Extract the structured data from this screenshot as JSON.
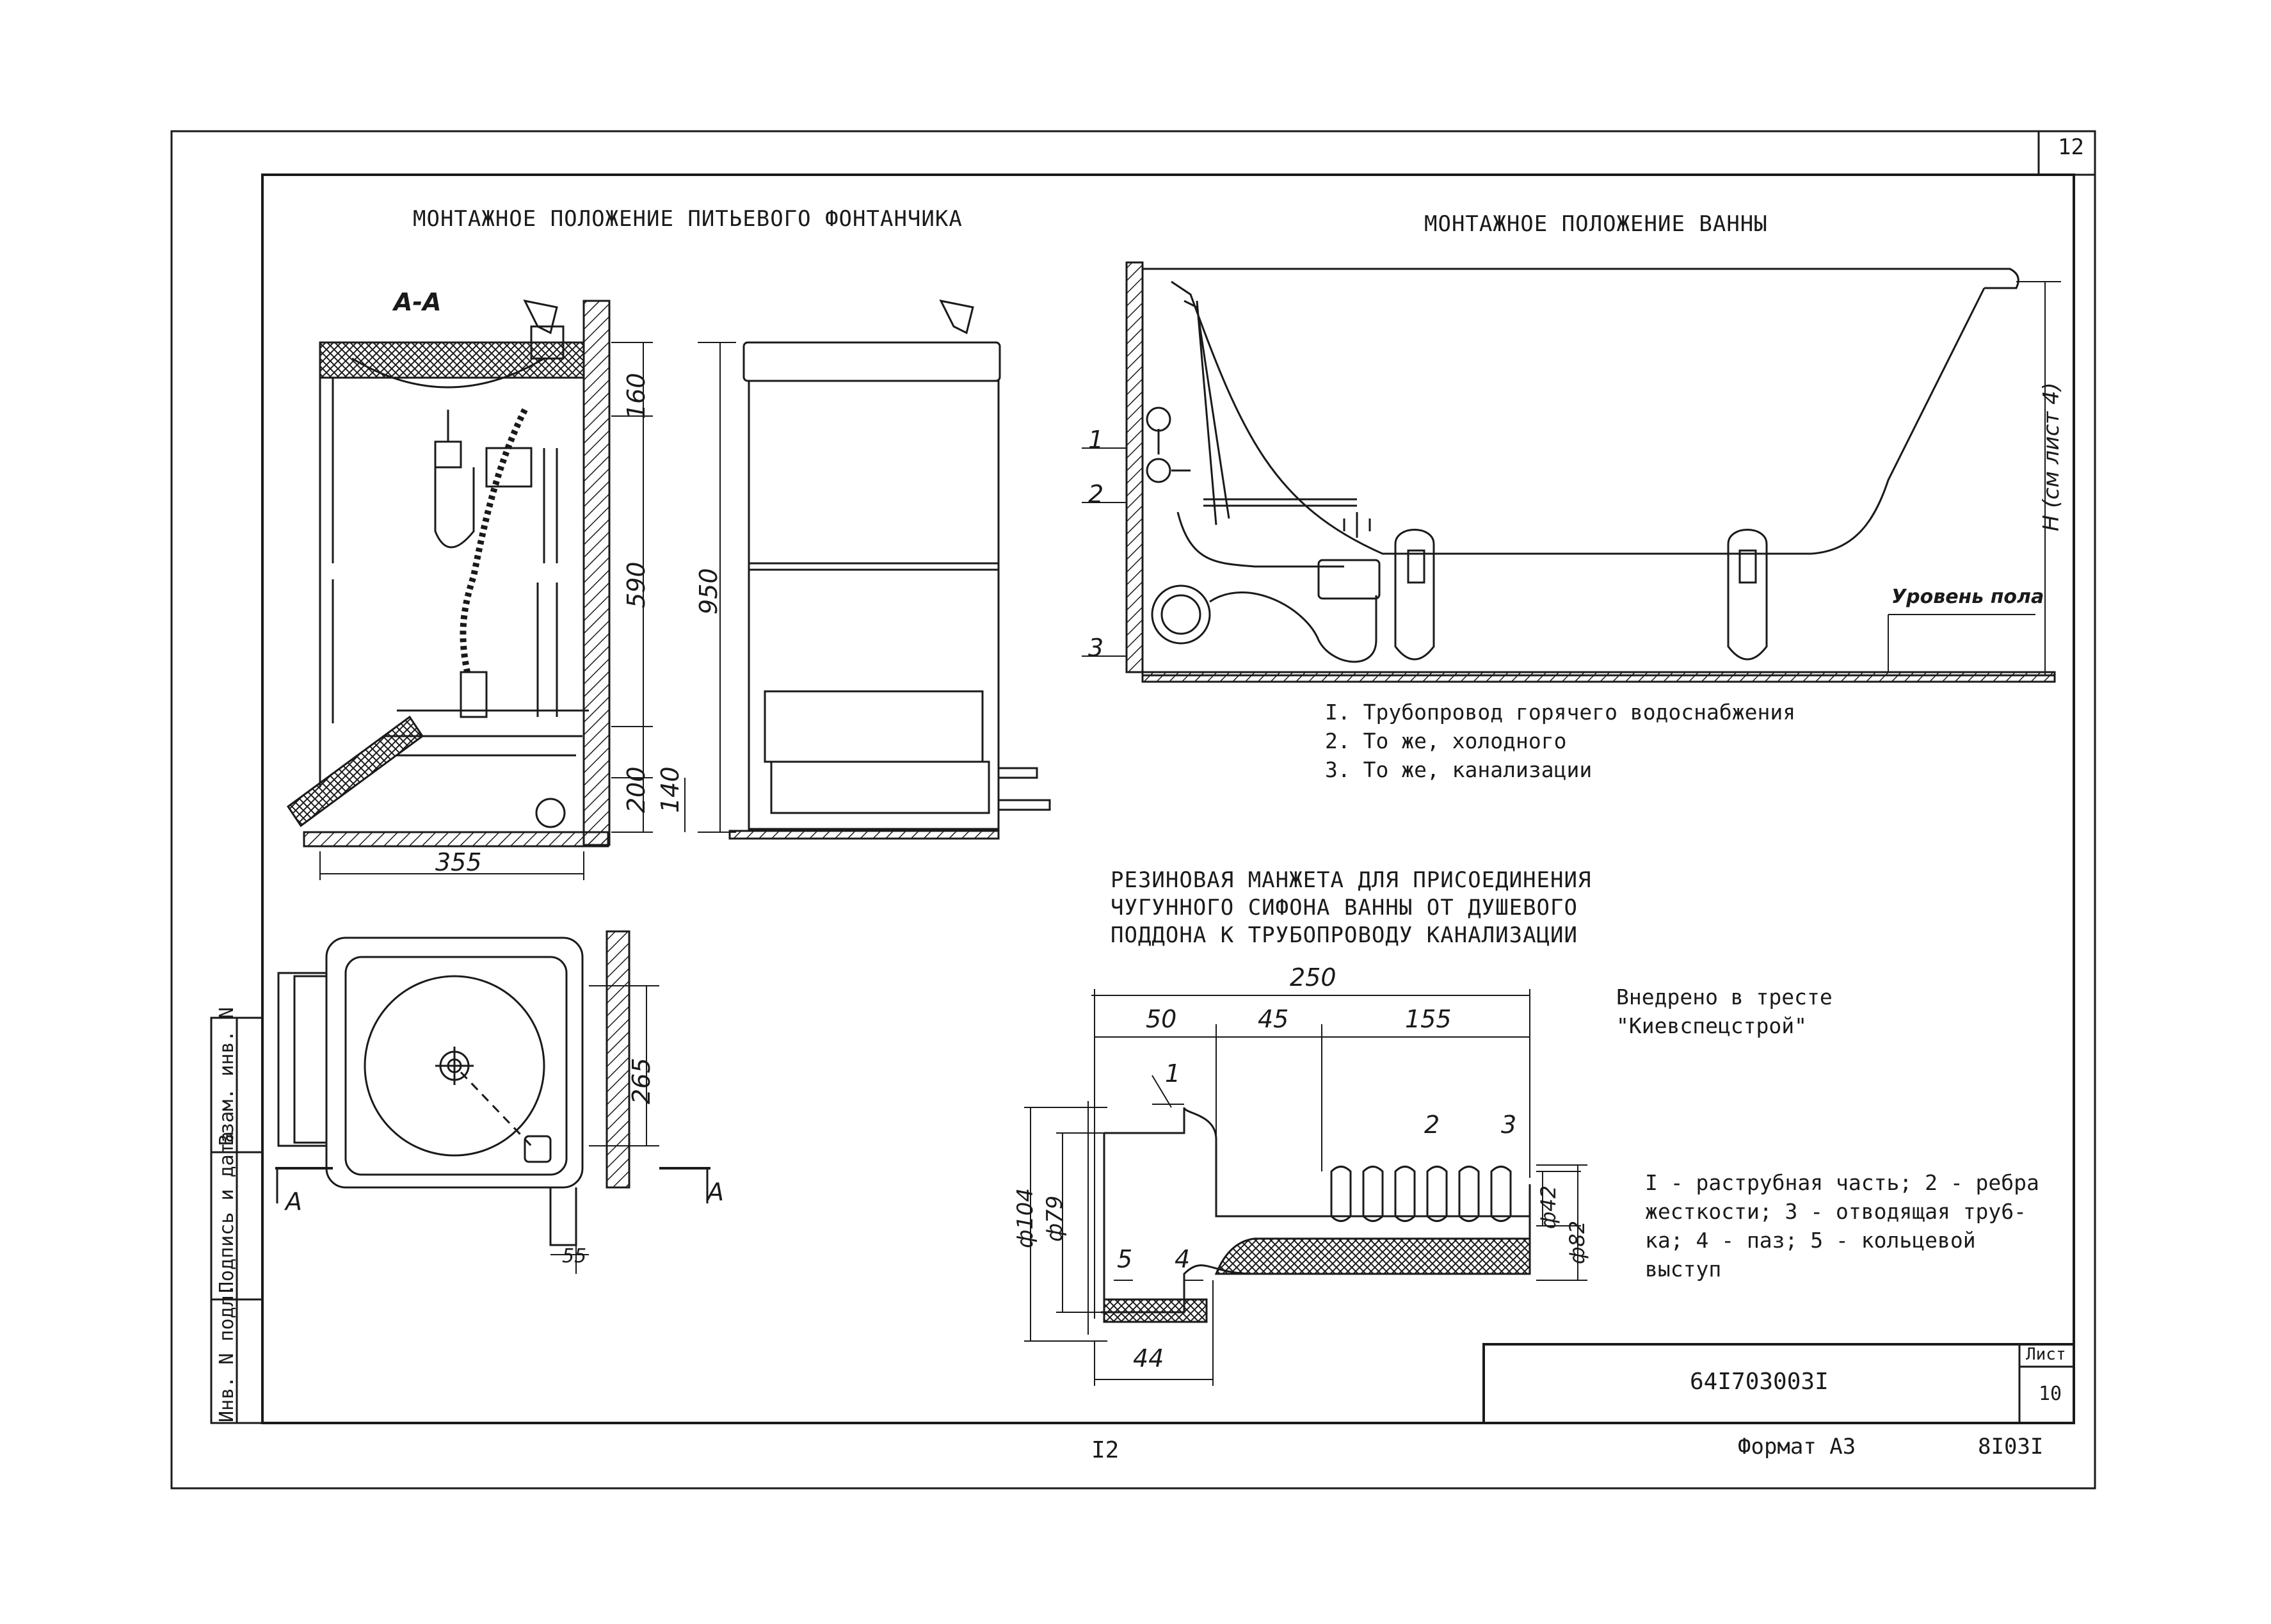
{
  "sheet": {
    "page_number_top": "12",
    "page_number_bottom": "I2",
    "document_code": "64I703003I",
    "sheet_label": "Лист",
    "sheet_number": "10",
    "format": "Формат А3",
    "code_right": "8I03I"
  },
  "stamp_column": [
    "Инв. N подл.",
    "Подпись и дата",
    "Взам. инв. N"
  ],
  "fountain": {
    "title": "МОНТАЖНОЕ ПОЛОЖЕНИЕ ПИТЬЕВОГО ФОНТАНЧИКА",
    "section_label": "А-А",
    "dims": [
      "160",
      "590",
      "950",
      "200",
      "140",
      "355",
      "265",
      "55"
    ],
    "section_marks": [
      "A",
      "A"
    ]
  },
  "bath": {
    "title": "МОНТАЖНОЕ ПОЛОЖЕНИЕ ВАННЫ",
    "callouts": [
      "1",
      "2",
      "3"
    ],
    "height_label": "H (см лист 4)",
    "floor_label": "Уровень пола",
    "legend": [
      "I. Трубопровод горячего водоснабжения",
      "2. То же, холодного",
      "3. То же, канализации"
    ]
  },
  "cuff": {
    "title_lines": [
      "РЕЗИНОВАЯ МАНЖЕТА ДЛЯ ПРИСОЕДИНЕНИЯ",
      "ЧУГУННОГО СИФОНА ВАННЫ ОТ ДУШЕВОГО",
      "ПОДДОНА К ТРУБОПРОВОДУ КАНАЛИЗАЦИИ"
    ],
    "dims": [
      "250",
      "50",
      "45",
      "155",
      "ф104",
      "ф79",
      "ф42",
      "ф82",
      "44"
    ],
    "callouts": [
      "1",
      "2",
      "3",
      "4",
      "5"
    ],
    "legend_lines": [
      "I - раструбная часть; 2 - ребра",
      "жесткости; 3 - отводящая тру6-",
      "ка; 4 - паз; 5 - кольцевой",
      "выступ"
    ]
  },
  "note_lines": [
    "Внедрено в тресте",
    "\"Киевспецстрой\""
  ]
}
